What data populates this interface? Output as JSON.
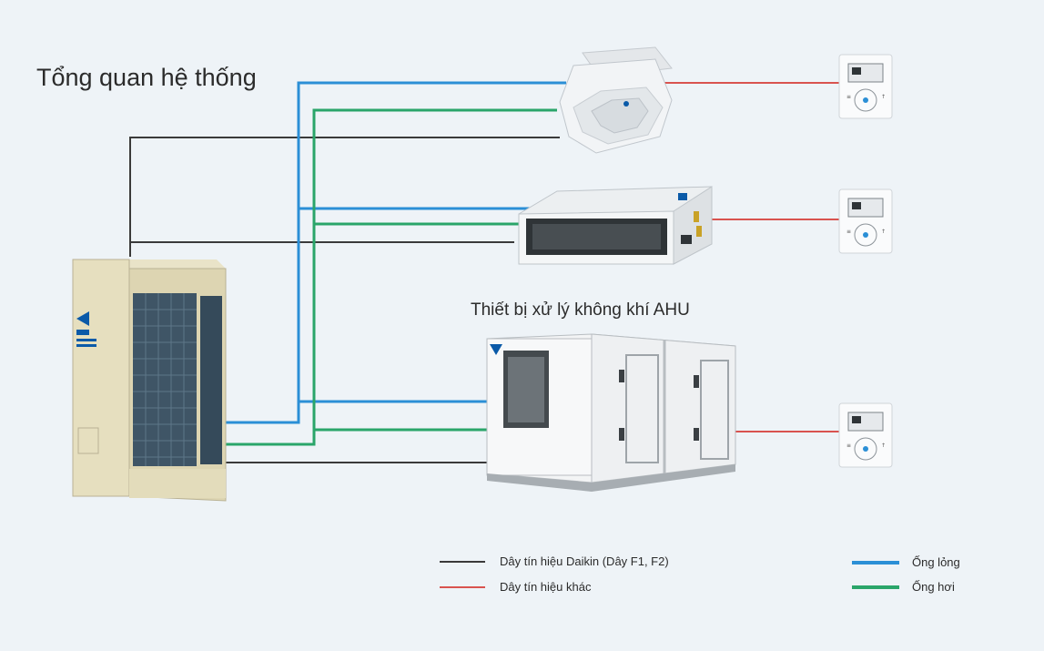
{
  "title": "Tổng quan hệ thống",
  "ahu_label": "Thiết bị xử lý không khí AHU",
  "legend": {
    "signal_daikin": "Dây tín hiệu Daikin (Dây F1, F2)",
    "signal_other": "Dây tín hiệu khác",
    "liquid_pipe": "Ống lỏng",
    "gas_pipe": "Ống hơi"
  },
  "colors": {
    "background": "#eef3f7",
    "signal_daikin": "#3a3a3a",
    "signal_other": "#d9534f",
    "liquid_pipe": "#2b8fd6",
    "gas_pipe": "#2aa56a",
    "daikin_blue": "#0a5aa8"
  },
  "icons": [
    "outdoor-unit-icon",
    "cassette-unit-icon",
    "ducted-unit-icon",
    "ahu-unit-icon",
    "remote-controller-icon"
  ]
}
